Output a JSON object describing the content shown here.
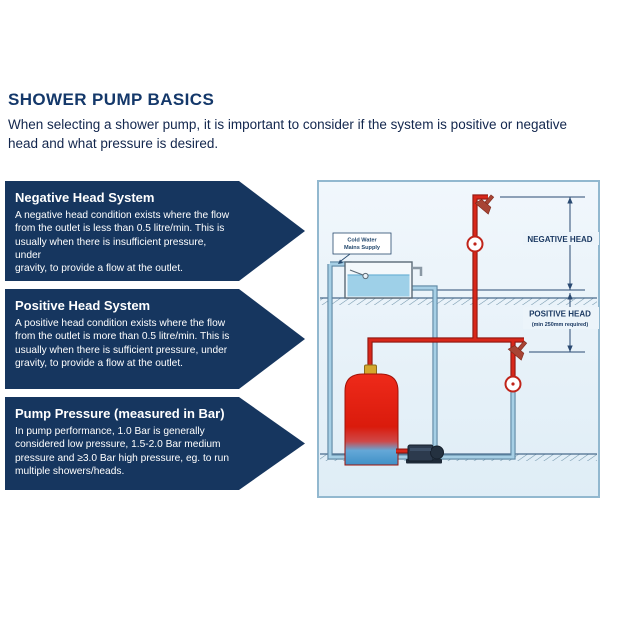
{
  "page": {
    "title": "SHOWER PUMP BASICS",
    "intro": "When selecting a shower pump, it is important to consider if the system is positive or negative\nhead and what pressure is desired."
  },
  "banners": [
    {
      "heading": "Negative Head System",
      "body": "A negative head condition exists where the flow\nfrom the outlet is less than 0.5 litre/min. This is\nusually when there is insufficient pressure, under\ngravity, to provide a flow at the outlet."
    },
    {
      "heading": "Positive Head System",
      "body": "A positive head condition exists where the flow\nfrom the outlet is more than 0.5 litre/min. This is\nusually when there is sufficient pressure, under\ngravity, to provide a flow at the outlet."
    },
    {
      "heading": "Pump Pressure (measured in Bar)",
      "body": "In pump performance, 1.0 Bar is generally\nconsidered low pressure, 1.5-2.0 Bar medium\npressure and ≥3.0 Bar high pressure, eg. to run\nmultiple showers/heads."
    }
  ],
  "diagram": {
    "cold_water_label_line1": "Cold Water",
    "cold_water_label_line2": "Mains Supply",
    "negative_head_label": "NEGATIVE HEAD",
    "positive_head_label": "POSITIVE HEAD",
    "positive_head_note": "(min 250mm required)"
  },
  "colors": {
    "navy": "#16365f",
    "pipe_hot_red": "#d8271a",
    "pipe_cold_blue": "#a6cfe5",
    "panel_blue": "#e9f2f9",
    "cylinder_red": "#da1b0c"
  }
}
